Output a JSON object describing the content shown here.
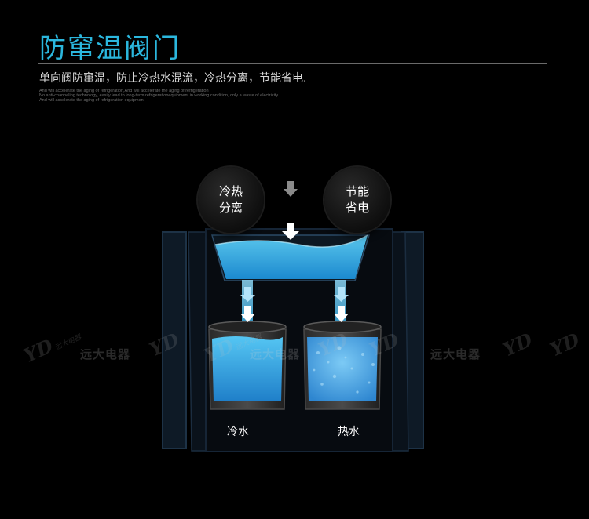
{
  "title": "防窜温阀门",
  "subtitle": "单向阀防窜温，防止冷热水混流，冷热分离，节能省电.",
  "english_lines": [
    "And will accelerate the aging of refrigeration,And will accelerate the aging of refrigeration",
    "No anti-channeling technology, easily lead to long-term refrigerationequipment in working condition, only a waste of electricity",
    "And will accelerate the aging of refrigeration equipmen"
  ],
  "badges": {
    "left": {
      "line1": "冷热",
      "line2": "分离"
    },
    "right": {
      "line1": "节能",
      "line2": "省电"
    }
  },
  "tanks": {
    "cold": "冷水",
    "hot": "热水"
  },
  "watermark": {
    "logo": "YD",
    "small": "远大电器",
    "text": "远大电器"
  },
  "colors": {
    "accent": "#2bb7de",
    "water": "#2aa8e8",
    "arrow": "#ffffff",
    "background": "#000000"
  }
}
